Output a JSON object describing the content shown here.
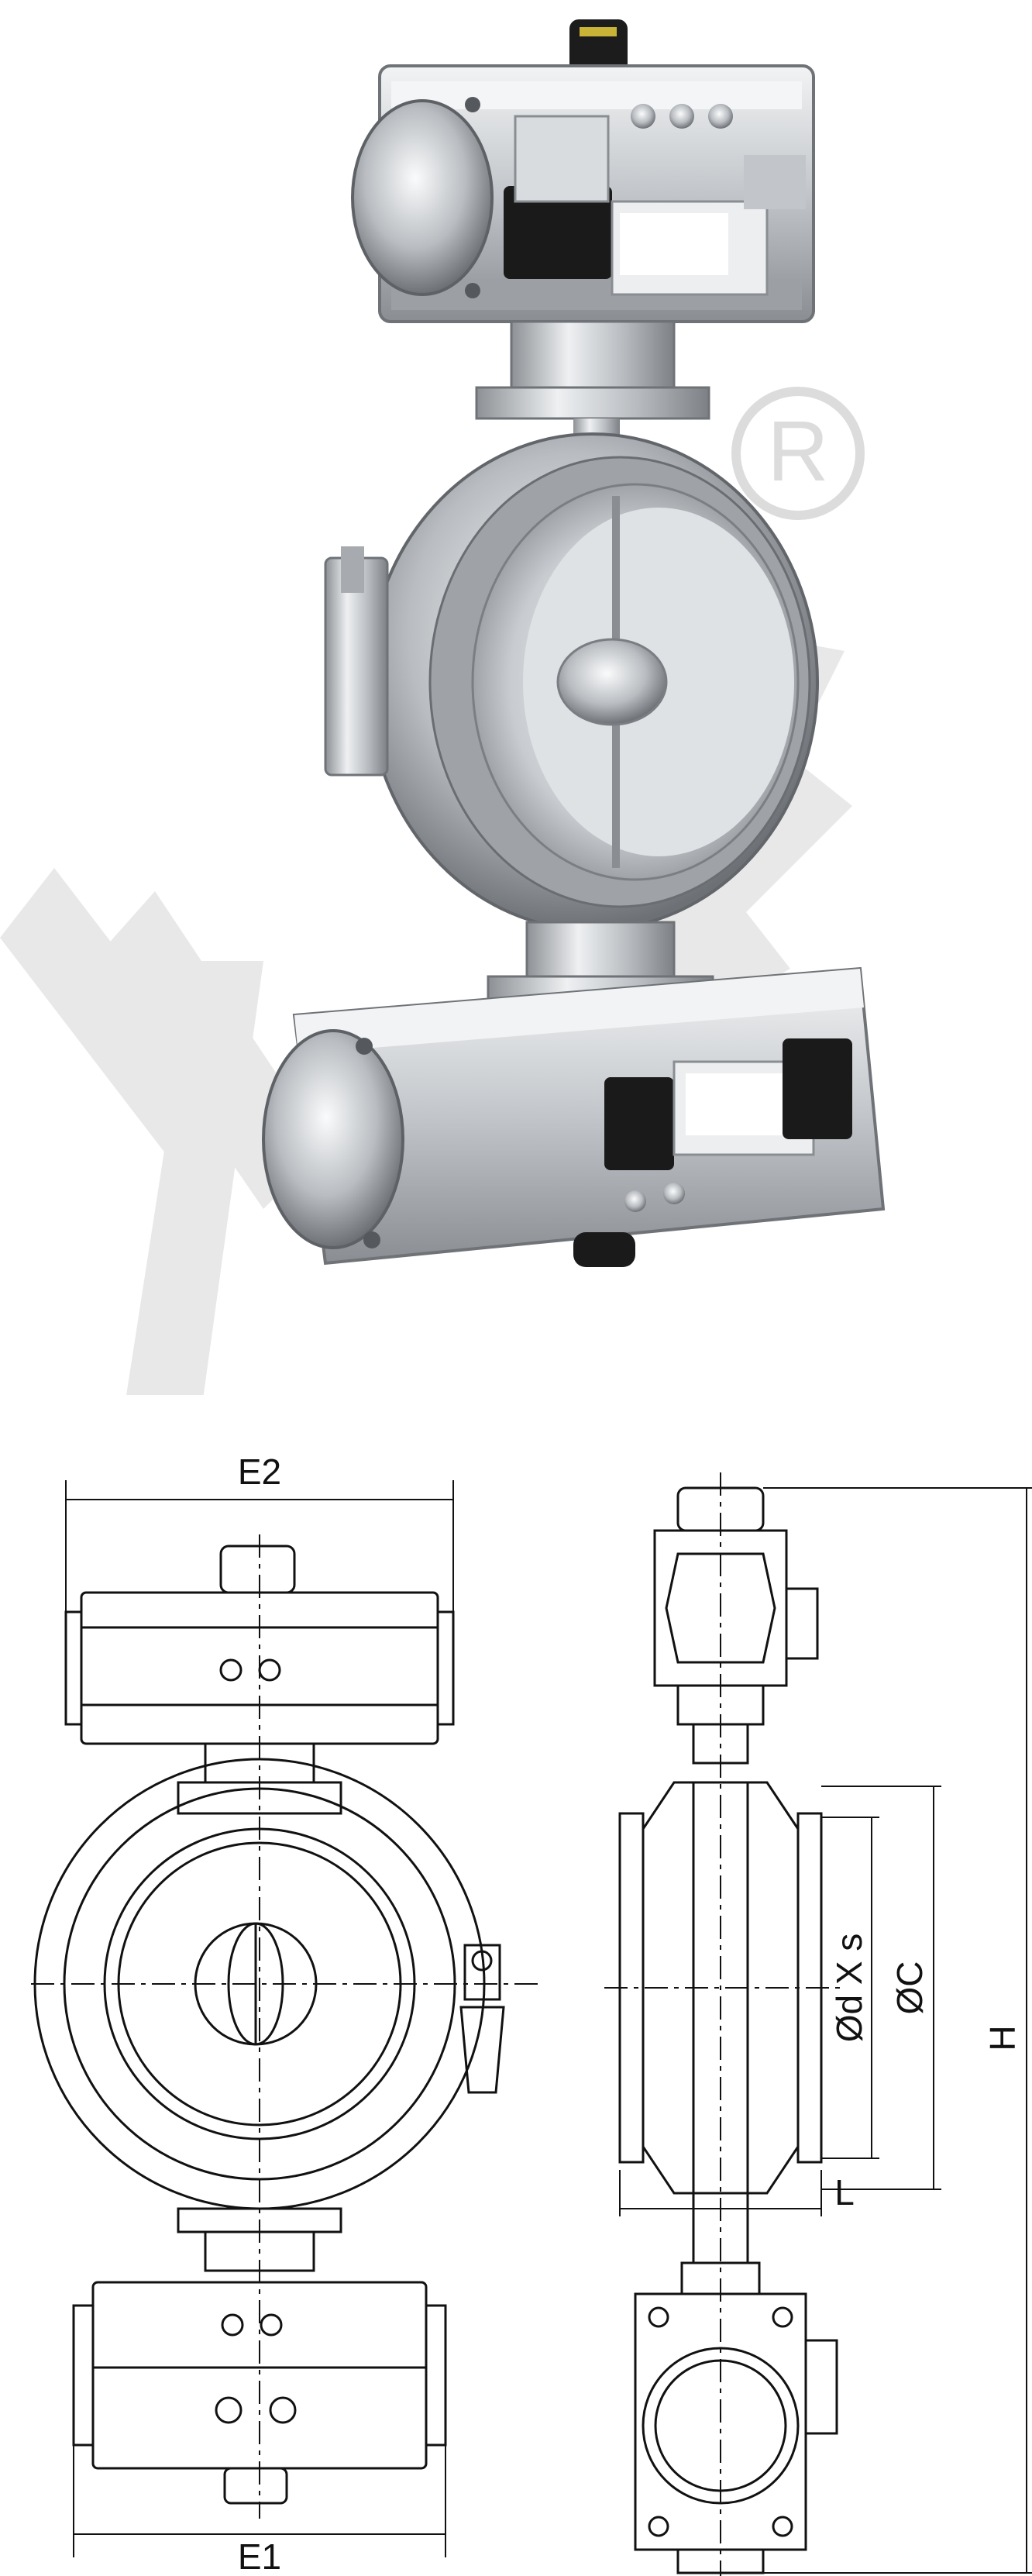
{
  "colors": {
    "background": "#ffffff",
    "line": "#111111",
    "watermark": "#e6e6e6",
    "steel_dark": "#6f7377",
    "steel_mid": "#a9adb1",
    "steel_light": "#e4e6e8",
    "solenoid": "#1a1a1a"
  },
  "photo": {
    "logo_lettering": "YK",
    "registered_mark": "R"
  },
  "drawing": {
    "labels": {
      "e2": "E2",
      "e1": "E1",
      "bore": "Ød X s",
      "flange": "ØC",
      "length": "L",
      "height": "H"
    }
  }
}
